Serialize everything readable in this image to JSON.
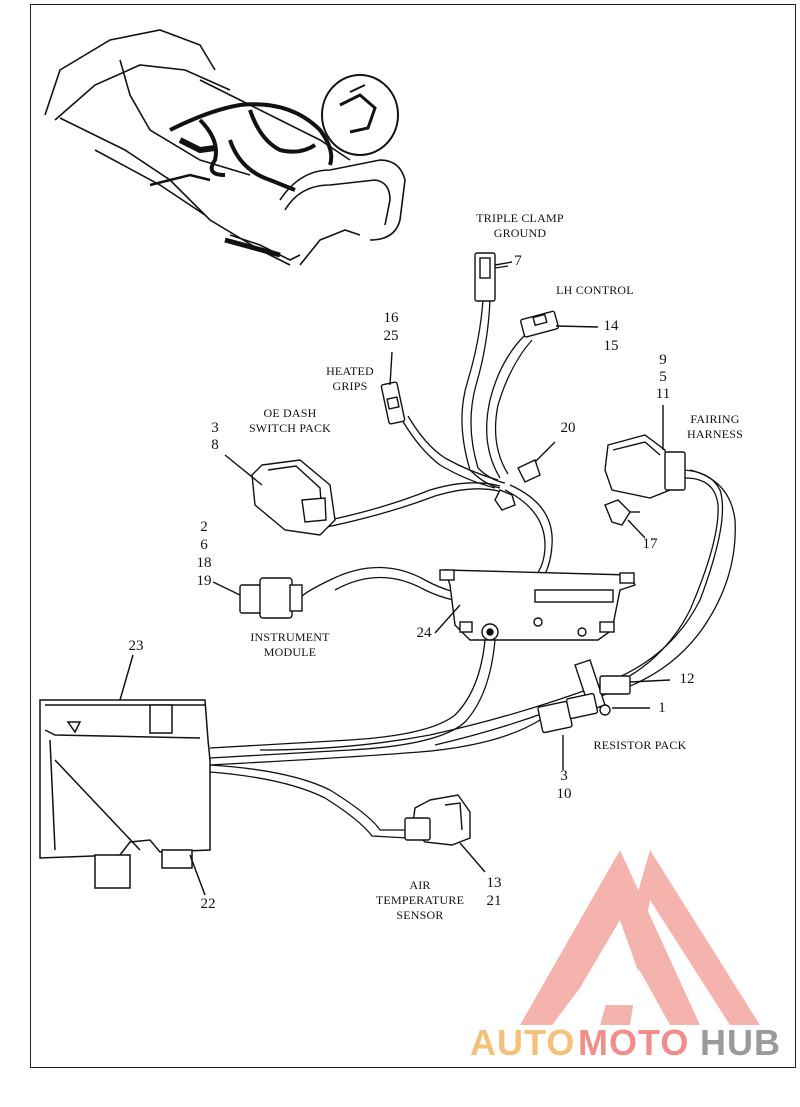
{
  "labels": {
    "triple_clamp_ground": [
      "TRIPLE CLAMP",
      "GROUND"
    ],
    "lh_control": "LH CONTROL",
    "heated_grips": [
      "HEATED",
      "GRIPS"
    ],
    "oe_dash_switch_pack": [
      "OE DASH",
      "SWITCH PACK"
    ],
    "fairing_harness": [
      "FAIRING",
      "HARNESS"
    ],
    "instrument_module": [
      "INSTRUMENT",
      "MODULE"
    ],
    "resistor_pack": "RESISTOR PACK",
    "air_temperature_sensor": [
      "AIR",
      "TEMPERATURE",
      "SENSOR"
    ]
  },
  "callouts": {
    "c7": "7",
    "c14": "14",
    "c15": "15",
    "c16": "16",
    "c25": "25",
    "c9": "9",
    "c5": "5",
    "c11": "11",
    "c3a": "3",
    "c8": "8",
    "c20": "20",
    "c2": "2",
    "c6": "6",
    "c18": "18",
    "c19": "19",
    "c17": "17",
    "c24": "24",
    "c23": "23",
    "c12": "12",
    "c1": "1",
    "c3b": "3",
    "c10": "10",
    "c13": "13",
    "c21": "21",
    "c22": "22"
  },
  "watermark": {
    "part1": "AUTO",
    "part2": "MOTO",
    "part3": "HUB",
    "colors": {
      "gold": "#f5c17a",
      "red": "#f08f8a",
      "gray": "#9a9a9a"
    }
  }
}
